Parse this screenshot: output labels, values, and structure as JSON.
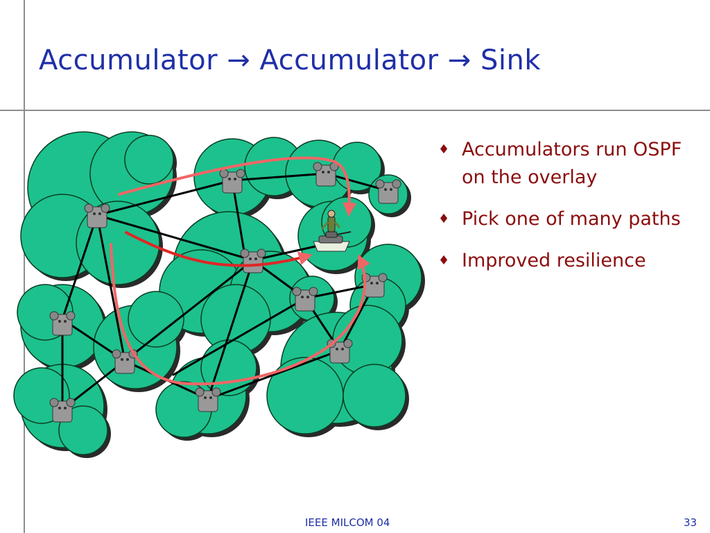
{
  "slide": {
    "title": "Accumulator → Accumulator → Sink",
    "bullets": [
      "Accumulators run OSPF on the overlay",
      "Pick one of many paths",
      "Improved resilience"
    ],
    "footer": "IEEE MILCOM 04",
    "page_number": "33"
  },
  "diagram": {
    "colors": {
      "cloud_fill": "#1dc18d",
      "cloud_outline": "#0a3d22",
      "cloud_shadow": "#2a2a2a",
      "path_arrow": "#f06666",
      "link": "#000000",
      "node_fill": "#999999"
    }
  }
}
